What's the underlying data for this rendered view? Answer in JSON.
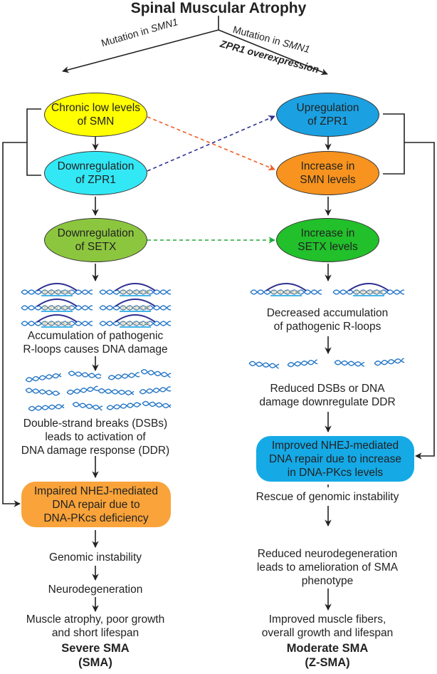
{
  "title": "Spinal Muscular Atrophy",
  "branch_labels": {
    "left_prefix": "Mutation in ",
    "left_gene": "SMN1",
    "right_prefix": "Mutation in ",
    "right_gene": "SMN1",
    "right_extra": "ZPR1 overexpression"
  },
  "left": {
    "node1": [
      "Chronic low levels",
      "of SMN"
    ],
    "node2": [
      "Downregulation",
      "of ZPR1"
    ],
    "node3": [
      "Downregulation",
      "of SETX"
    ],
    "rloop_caption": [
      "Accumulation of pathogenic",
      "R-loops causes DNA damage"
    ],
    "dsb_caption": [
      "Double-strand breaks (DSBs)",
      "leads to activation of",
      "DNA damage response (DDR)"
    ],
    "repair_box": [
      "Impaired NHEJ-mediated",
      "DNA repair due to",
      "DNA-PKcs deficiency"
    ],
    "instability": "Genomic instability",
    "neuro": "Neurodegeneration",
    "outcome": [
      "Muscle atrophy, poor growth",
      "and short lifespan"
    ],
    "label": [
      "Severe SMA",
      "(SMA)"
    ]
  },
  "right": {
    "node1": [
      "Upregulation",
      "of ZPR1"
    ],
    "node2": [
      "Increase in",
      "SMN levels"
    ],
    "node3": [
      "Increase in",
      "SETX levels"
    ],
    "rloop_caption": [
      "Decreased accumulation",
      "of pathogenic R-loops"
    ],
    "dsb_caption": [
      "Reduced DSBs or DNA",
      "damage downregulate DDR"
    ],
    "repair_box": [
      "Improved NHEJ-mediated",
      "DNA repair due to increase",
      "in DNA-PKcs levels"
    ],
    "rescue": "Rescue of genomic instability",
    "neuro": [
      "Reduced neurodegeneration",
      "leads to amelioration of SMA",
      "phenotype"
    ],
    "outcome": [
      "Improved muscle fibers,",
      "overall growth and lifespan"
    ],
    "label": [
      "Moderate SMA",
      "(Z-SMA)"
    ]
  },
  "colors": {
    "yellow": "#ffff00",
    "cyan": "#33e8f5",
    "olive_green": "#8cc63f",
    "blue": "#1ba1e2",
    "orange": "#f7931e",
    "green": "#22c02b",
    "amber": "#f9a33a",
    "sky": "#15a9e6",
    "dash_orange": "#f15a24",
    "dash_blue": "#2e3192",
    "dash_green": "#1faa3a",
    "helix": "#2677c7",
    "bulge": "#2e3192",
    "bp": "#c8b88a"
  },
  "icons": [
    "dna-helix-icon",
    "r-loop-icon",
    "dna-fragment-icon"
  ]
}
